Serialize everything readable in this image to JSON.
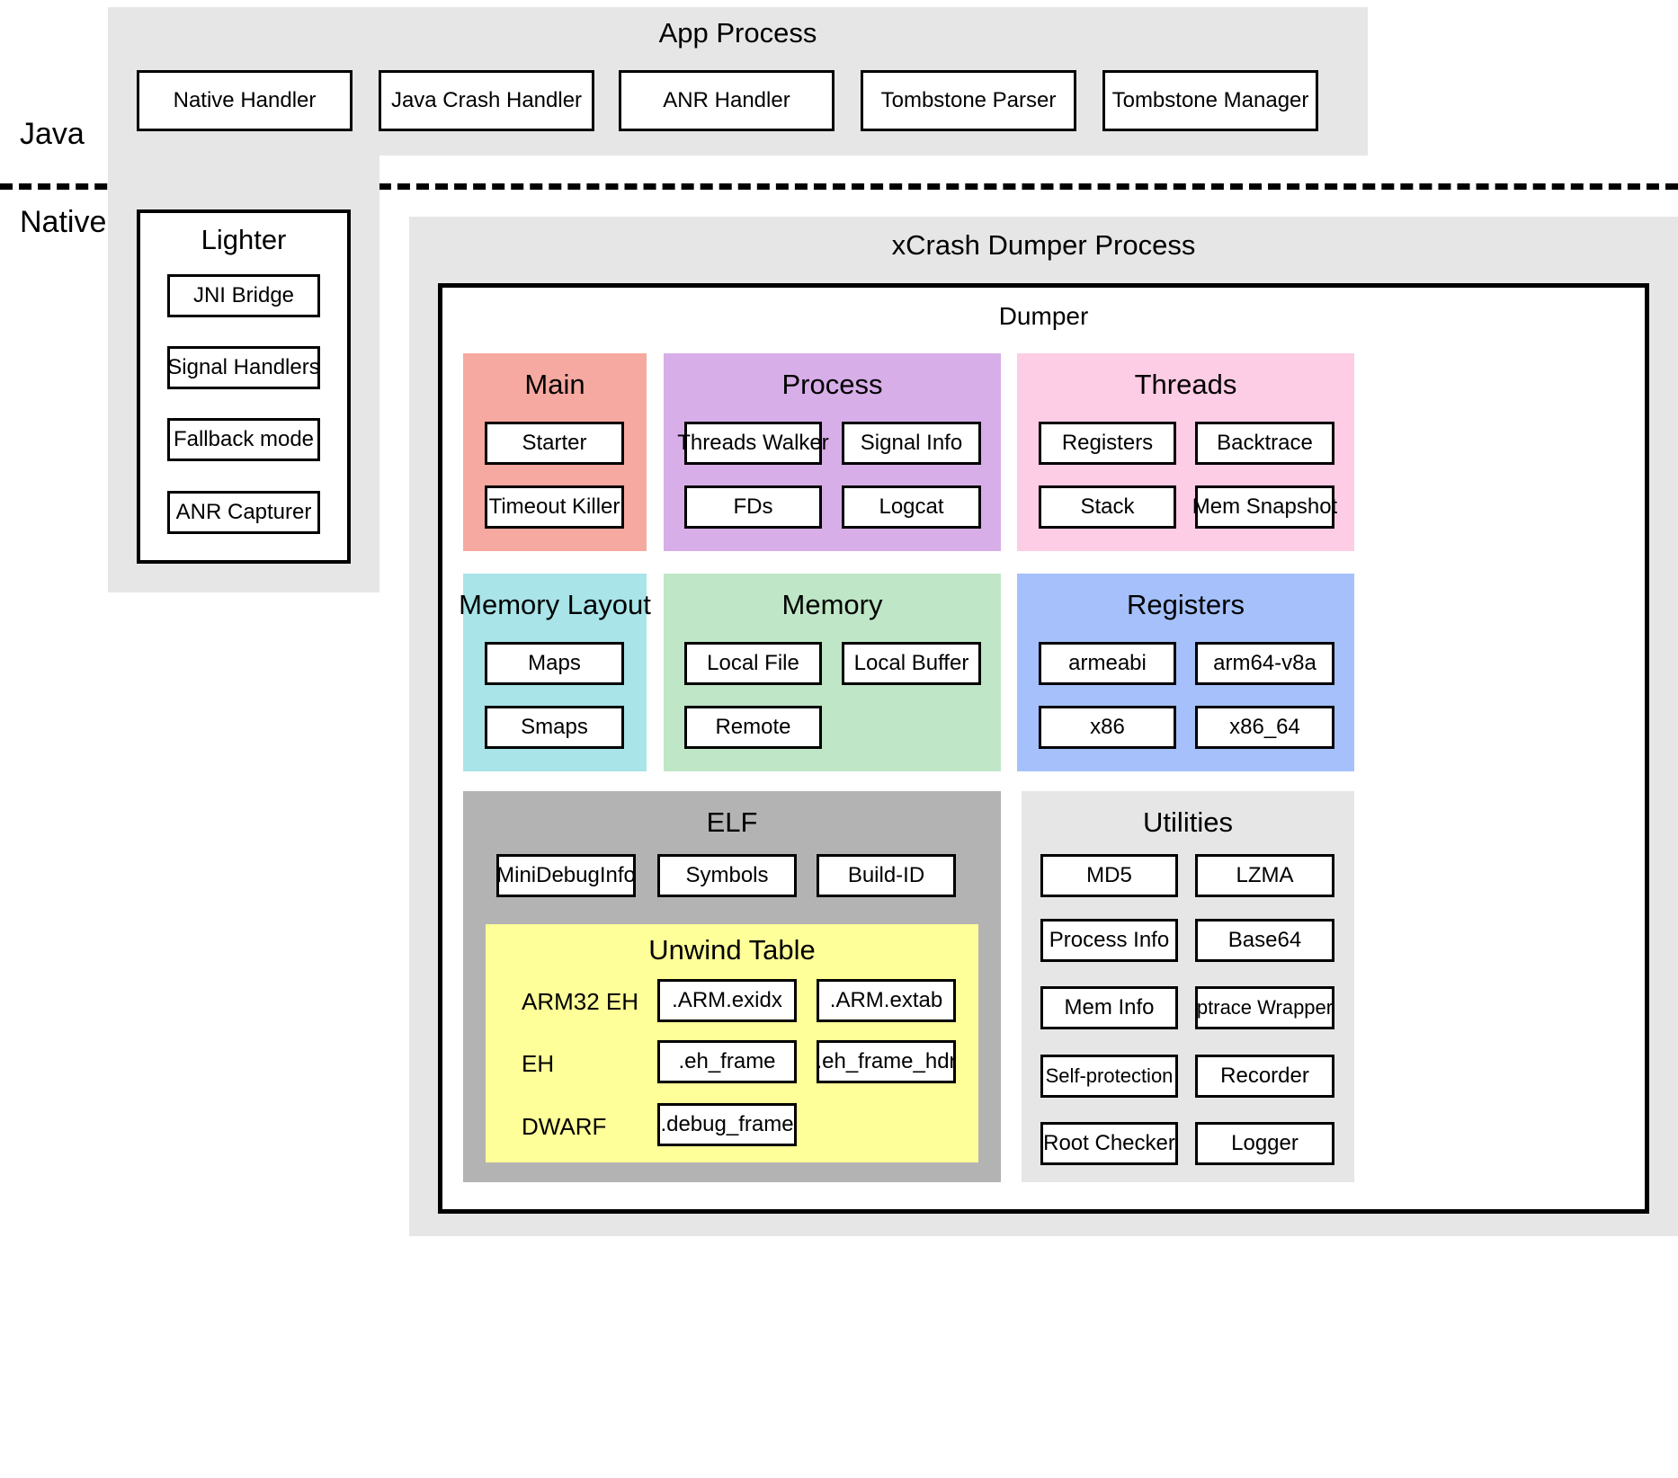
{
  "layers": {
    "java_label": "Java",
    "native_label": "Native"
  },
  "app_process": {
    "title": "App Process",
    "items": [
      "Native Handler",
      "Java Crash Handler",
      "ANR Handler",
      "Tombstone Parser",
      "Tombstone Manager"
    ]
  },
  "lighter": {
    "title": "Lighter",
    "items": [
      "JNI Bridge",
      "Signal Handlers",
      "Fallback mode",
      "ANR Capturer"
    ]
  },
  "xcrash": {
    "title": "xCrash Dumper Process",
    "dumper_title": "Dumper"
  },
  "modules": {
    "main": {
      "title": "Main",
      "color": "#f5a9a0",
      "items": [
        "Starter",
        "Timeout Killer"
      ]
    },
    "process": {
      "title": "Process",
      "color": "#d7aee8",
      "items": [
        "Threads Walker",
        "Signal Info",
        "FDs",
        "Logcat"
      ]
    },
    "threads": {
      "title": "Threads",
      "color": "#fdcce5",
      "items": [
        "Registers",
        "Backtrace",
        "Stack",
        "Mem Snapshot"
      ]
    },
    "memory_layout": {
      "title": "Memory Layout",
      "color": "#a8e4e8",
      "items": [
        "Maps",
        "Smaps"
      ]
    },
    "memory": {
      "title": "Memory",
      "color": "#bfe6c6",
      "items": [
        "Local File",
        "Local Buffer",
        "Remote"
      ]
    },
    "registers": {
      "title": "Registers",
      "color": "#a5c0fb",
      "items": [
        "armeabi",
        "arm64-v8a",
        "x86",
        "x86_64"
      ]
    },
    "elf": {
      "title": "ELF",
      "color": "#b3b3b3",
      "items": [
        "MiniDebugInfo",
        "Symbols",
        "Build-ID"
      ]
    },
    "unwind_table": {
      "title": "Unwind Table",
      "color": "#ffff99",
      "rows": [
        {
          "label": "ARM32 EH",
          "items": [
            ".ARM.exidx",
            ".ARM.extab"
          ]
        },
        {
          "label": "EH",
          "items": [
            ".eh_frame",
            ".eh_frame_hdr"
          ]
        },
        {
          "label": "DWARF",
          "items": [
            ".debug_frame"
          ]
        }
      ]
    },
    "utilities": {
      "title": "Utilities",
      "color": "#e6e6e6",
      "items": [
        "MD5",
        "LZMA",
        "Process Info",
        "Base64",
        "Mem Info",
        "ptrace Wrapper",
        "Self-protection",
        "Recorder",
        "Root Checker",
        "Logger"
      ]
    }
  }
}
